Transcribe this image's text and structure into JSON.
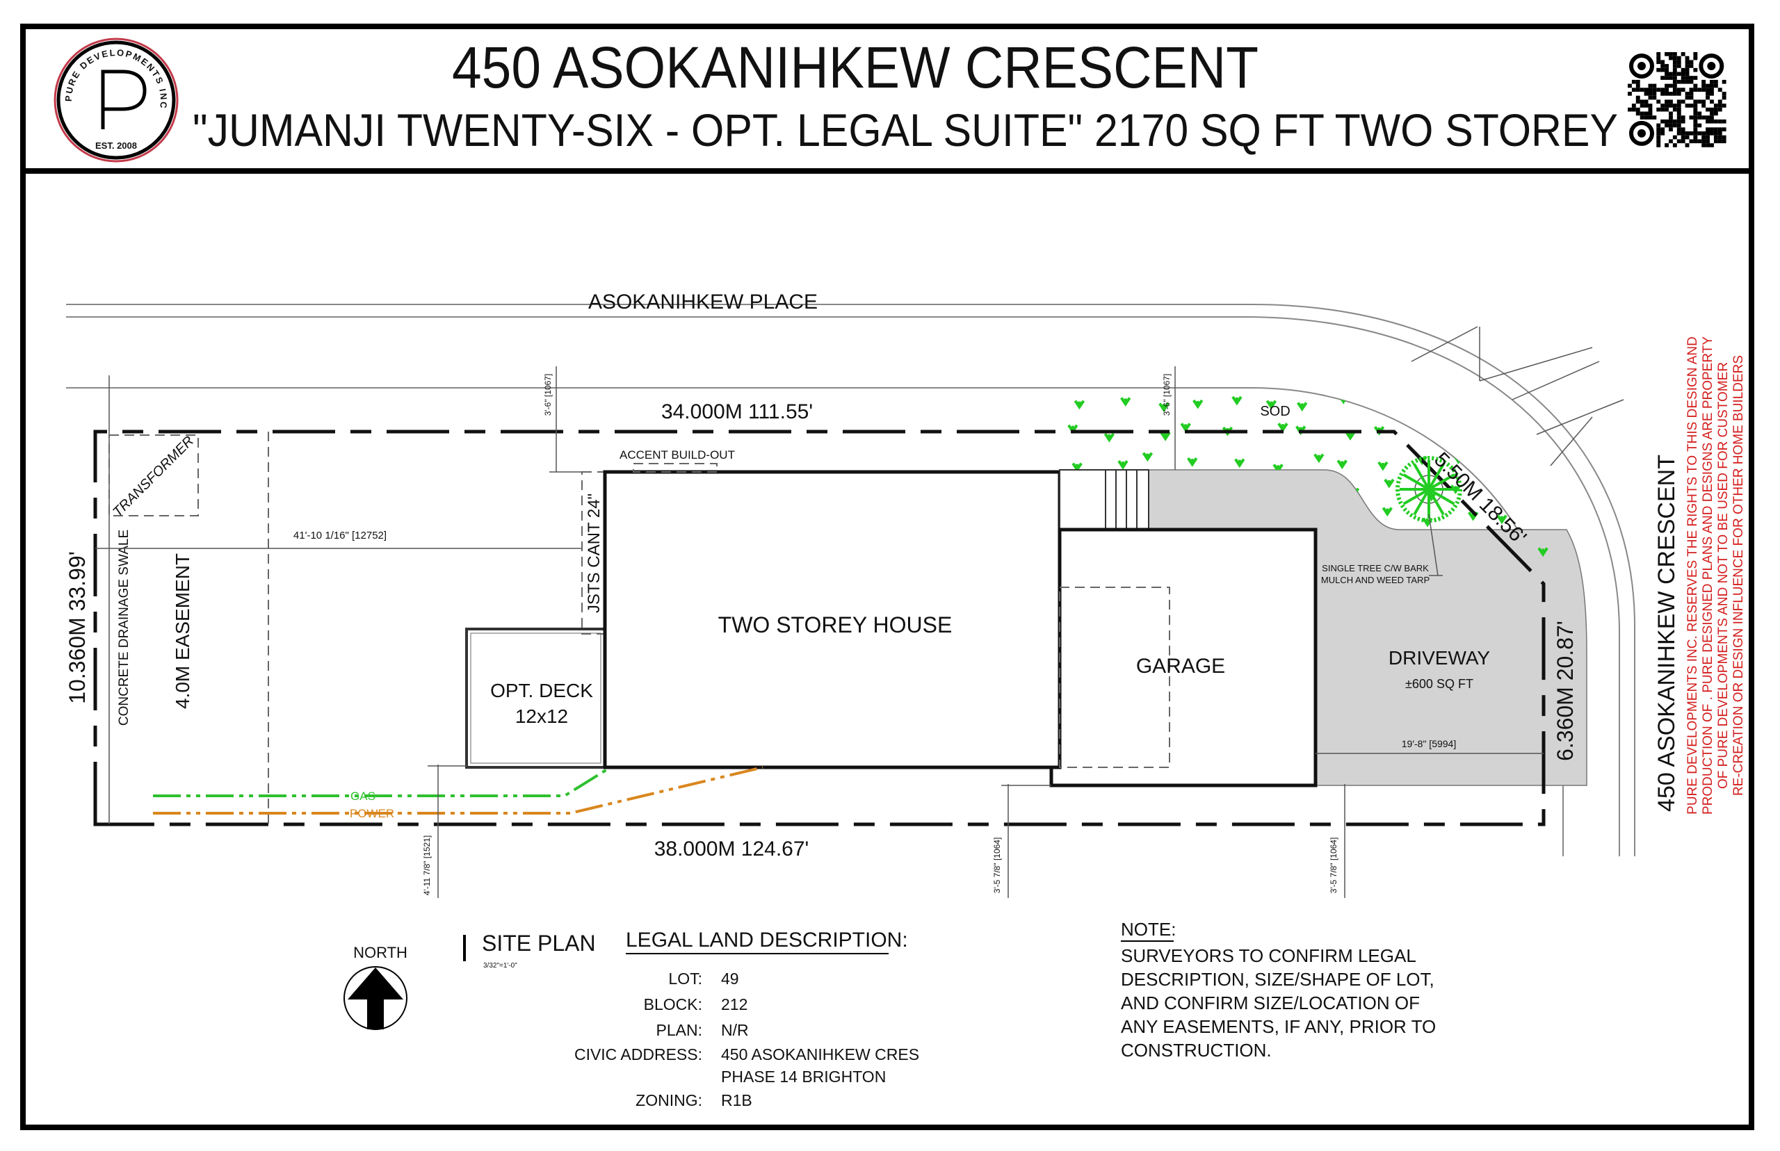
{
  "header": {
    "title": "450 ASOKANIHKEW CRESCENT",
    "subtitle": "\"JUMANJI TWENTY-SIX - OPT. LEGAL SUITE\" 2170 SQ FT TWO STOREY",
    "logo": {
      "letter": "P",
      "ring_text": "PURE DEVELOPMENTS INC",
      "est": "EST. 2008"
    },
    "qr_icon": "qr-code-icon"
  },
  "plan": {
    "street_top": "ASOKANIHKEW PLACE",
    "street_right": "450 ASOKANIHKEW CRESCENT",
    "dim_top": "34.000M  111.55'",
    "dim_bottom": "38.000M  124.67'",
    "dim_left": "10.360M  33.99'",
    "dim_right": "6.360M  20.87'",
    "dim_diag": "5.50M  18.56'",
    "setback_front_left": "3'-6\" [1067]",
    "setback_front_right": "3'-6\" [1067]",
    "rear_setback": "41'-10 1/16\" [12752]",
    "side_left": "4'-11 7/8\" [1521]",
    "side_mid": "3'-5 7/8\" [1064]",
    "side_right": "3'-5 7/8\" [1064]",
    "driveway_width": "19'-8\" [5994]",
    "house": "TWO STOREY HOUSE",
    "garage": "GARAGE",
    "driveway": "DRIVEWAY",
    "driveway_area": "±600 SQ FT",
    "deck_line1": "OPT. DECK",
    "deck_line2": "12x12",
    "joists": "JSTS CANT 24\"",
    "accent": "ACCENT BUILD-OUT",
    "transformer": "TRANSFORMER",
    "swale": "CONCRETE DRAINAGE SWALE",
    "easement": "4.0M EASEMENT",
    "sod": "SOD",
    "tree_note_1": "SINGLE TREE C/W BARK",
    "tree_note_2": "MULCH AND WEED TARP",
    "gas": "GAS",
    "power": "POWER",
    "colors": {
      "gas": "#2ec02e",
      "power": "#d9861e",
      "sod": "#22cc22",
      "driveway": "#d3d3d3",
      "notice": "#d42020"
    }
  },
  "legend": {
    "north": "NORTH",
    "site_plan": "SITE PLAN",
    "scale": "3/32\"=1'-0\"",
    "legal_heading": "LEGAL LAND DESCRIPTION:",
    "rows": [
      {
        "label": "LOT:",
        "value": "49"
      },
      {
        "label": "BLOCK:",
        "value": "212"
      },
      {
        "label": "PLAN:",
        "value": "N/R"
      },
      {
        "label": "CIVIC ADDRESS:",
        "value": "450 ASOKANIHKEW CRES"
      },
      {
        "label": "",
        "value": "PHASE 14 BRIGHTON"
      },
      {
        "label": "ZONING:",
        "value": "R1B"
      }
    ],
    "note_heading": "NOTE:",
    "note_lines": [
      "SURVEYORS TO CONFIRM LEGAL",
      "DESCRIPTION, SIZE/SHAPE OF LOT,",
      "AND CONFIRM SIZE/LOCATION OF",
      "ANY EASEMENTS, IF ANY, PRIOR TO",
      "CONSTRUCTION."
    ]
  },
  "notice": [
    "PURE DEVELOPMENTS INC. RESERVES THE RIGHTS TO THIS DESIGN AND",
    "PRODUCTION OF . PURE DESIGNED PLANS AND DESIGNS ARE PROPERTY",
    "OF PURE DEVELOPMENTS AND NOT TO BE USED FOR CUSTOMER",
    "RE-CREATION OR DESIGN INFLUENCE FOR OTHER HOME BUILDERS"
  ]
}
